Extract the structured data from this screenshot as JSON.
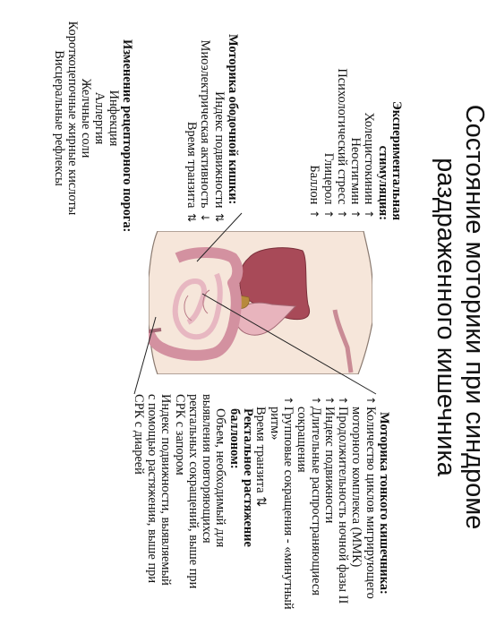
{
  "title": {
    "line1": "Состояние моторики при синдроме",
    "line2": "раздраженного кишечника"
  },
  "experimental": {
    "heading1": "Экспериментальная",
    "heading2": "стимуляция:",
    "items": [
      {
        "label": "Холецистокинин",
        "arrow": "↑"
      },
      {
        "label": "Неостигмин",
        "arrow": "↑"
      },
      {
        "label": "Психологический стресс",
        "arrow": "↑"
      },
      {
        "label": "Глицерол",
        "arrow": "↑"
      },
      {
        "label": "Баллон",
        "arrow": "↑"
      }
    ]
  },
  "colon": {
    "heading": "Моторика ободочной кишки:",
    "items": [
      {
        "label": "Индекс подвижности",
        "arrow": "⇅"
      },
      {
        "label": "Миоэлектрическая активность",
        "arrow": "↓"
      },
      {
        "label": "Время транзита",
        "arrow": "⇅"
      }
    ]
  },
  "receptor": {
    "heading": "Изменение рецепторного порога:",
    "items": [
      "Инфекция",
      "Аллергия",
      "Желчные соли",
      "Короткоцепочные жирные кислоты",
      "Висцеральные рефлексы"
    ]
  },
  "small_intestine": {
    "heading": "Моторика тонкого кишечника:",
    "lines": [
      {
        "text": "Количество циклов мигрирующего",
        "arrow": "↑"
      },
      {
        "text": "моторного комплекса (ММК)",
        "arrow": ""
      },
      {
        "text": "Продолжительность ночной фазы II",
        "arrow": "↑"
      },
      {
        "text": "Индекс подвижности",
        "arrow": "↑"
      },
      {
        "text": "Длительные распространяющиеся",
        "arrow": "↑"
      },
      {
        "text": "сокращения",
        "arrow": ""
      },
      {
        "text": "Групповые сокращения - «минутный",
        "arrow": "↑"
      },
      {
        "text": "ритм»",
        "arrow": ""
      },
      {
        "text": "Время транзита ⇅",
        "arrow": ""
      }
    ]
  },
  "rectal": {
    "heading1": "Ректальное растяжение",
    "heading2": "баллоном:",
    "lines": [
      "Объем, необходимый для",
      "выявления повторяющихся",
      "ректальных сокращений, выше при",
      "СРК с запором",
      "Индекс подвижности, выявляемый",
      "с помощью растяжения, выше при",
      "СРК с диареей"
    ]
  }
}
